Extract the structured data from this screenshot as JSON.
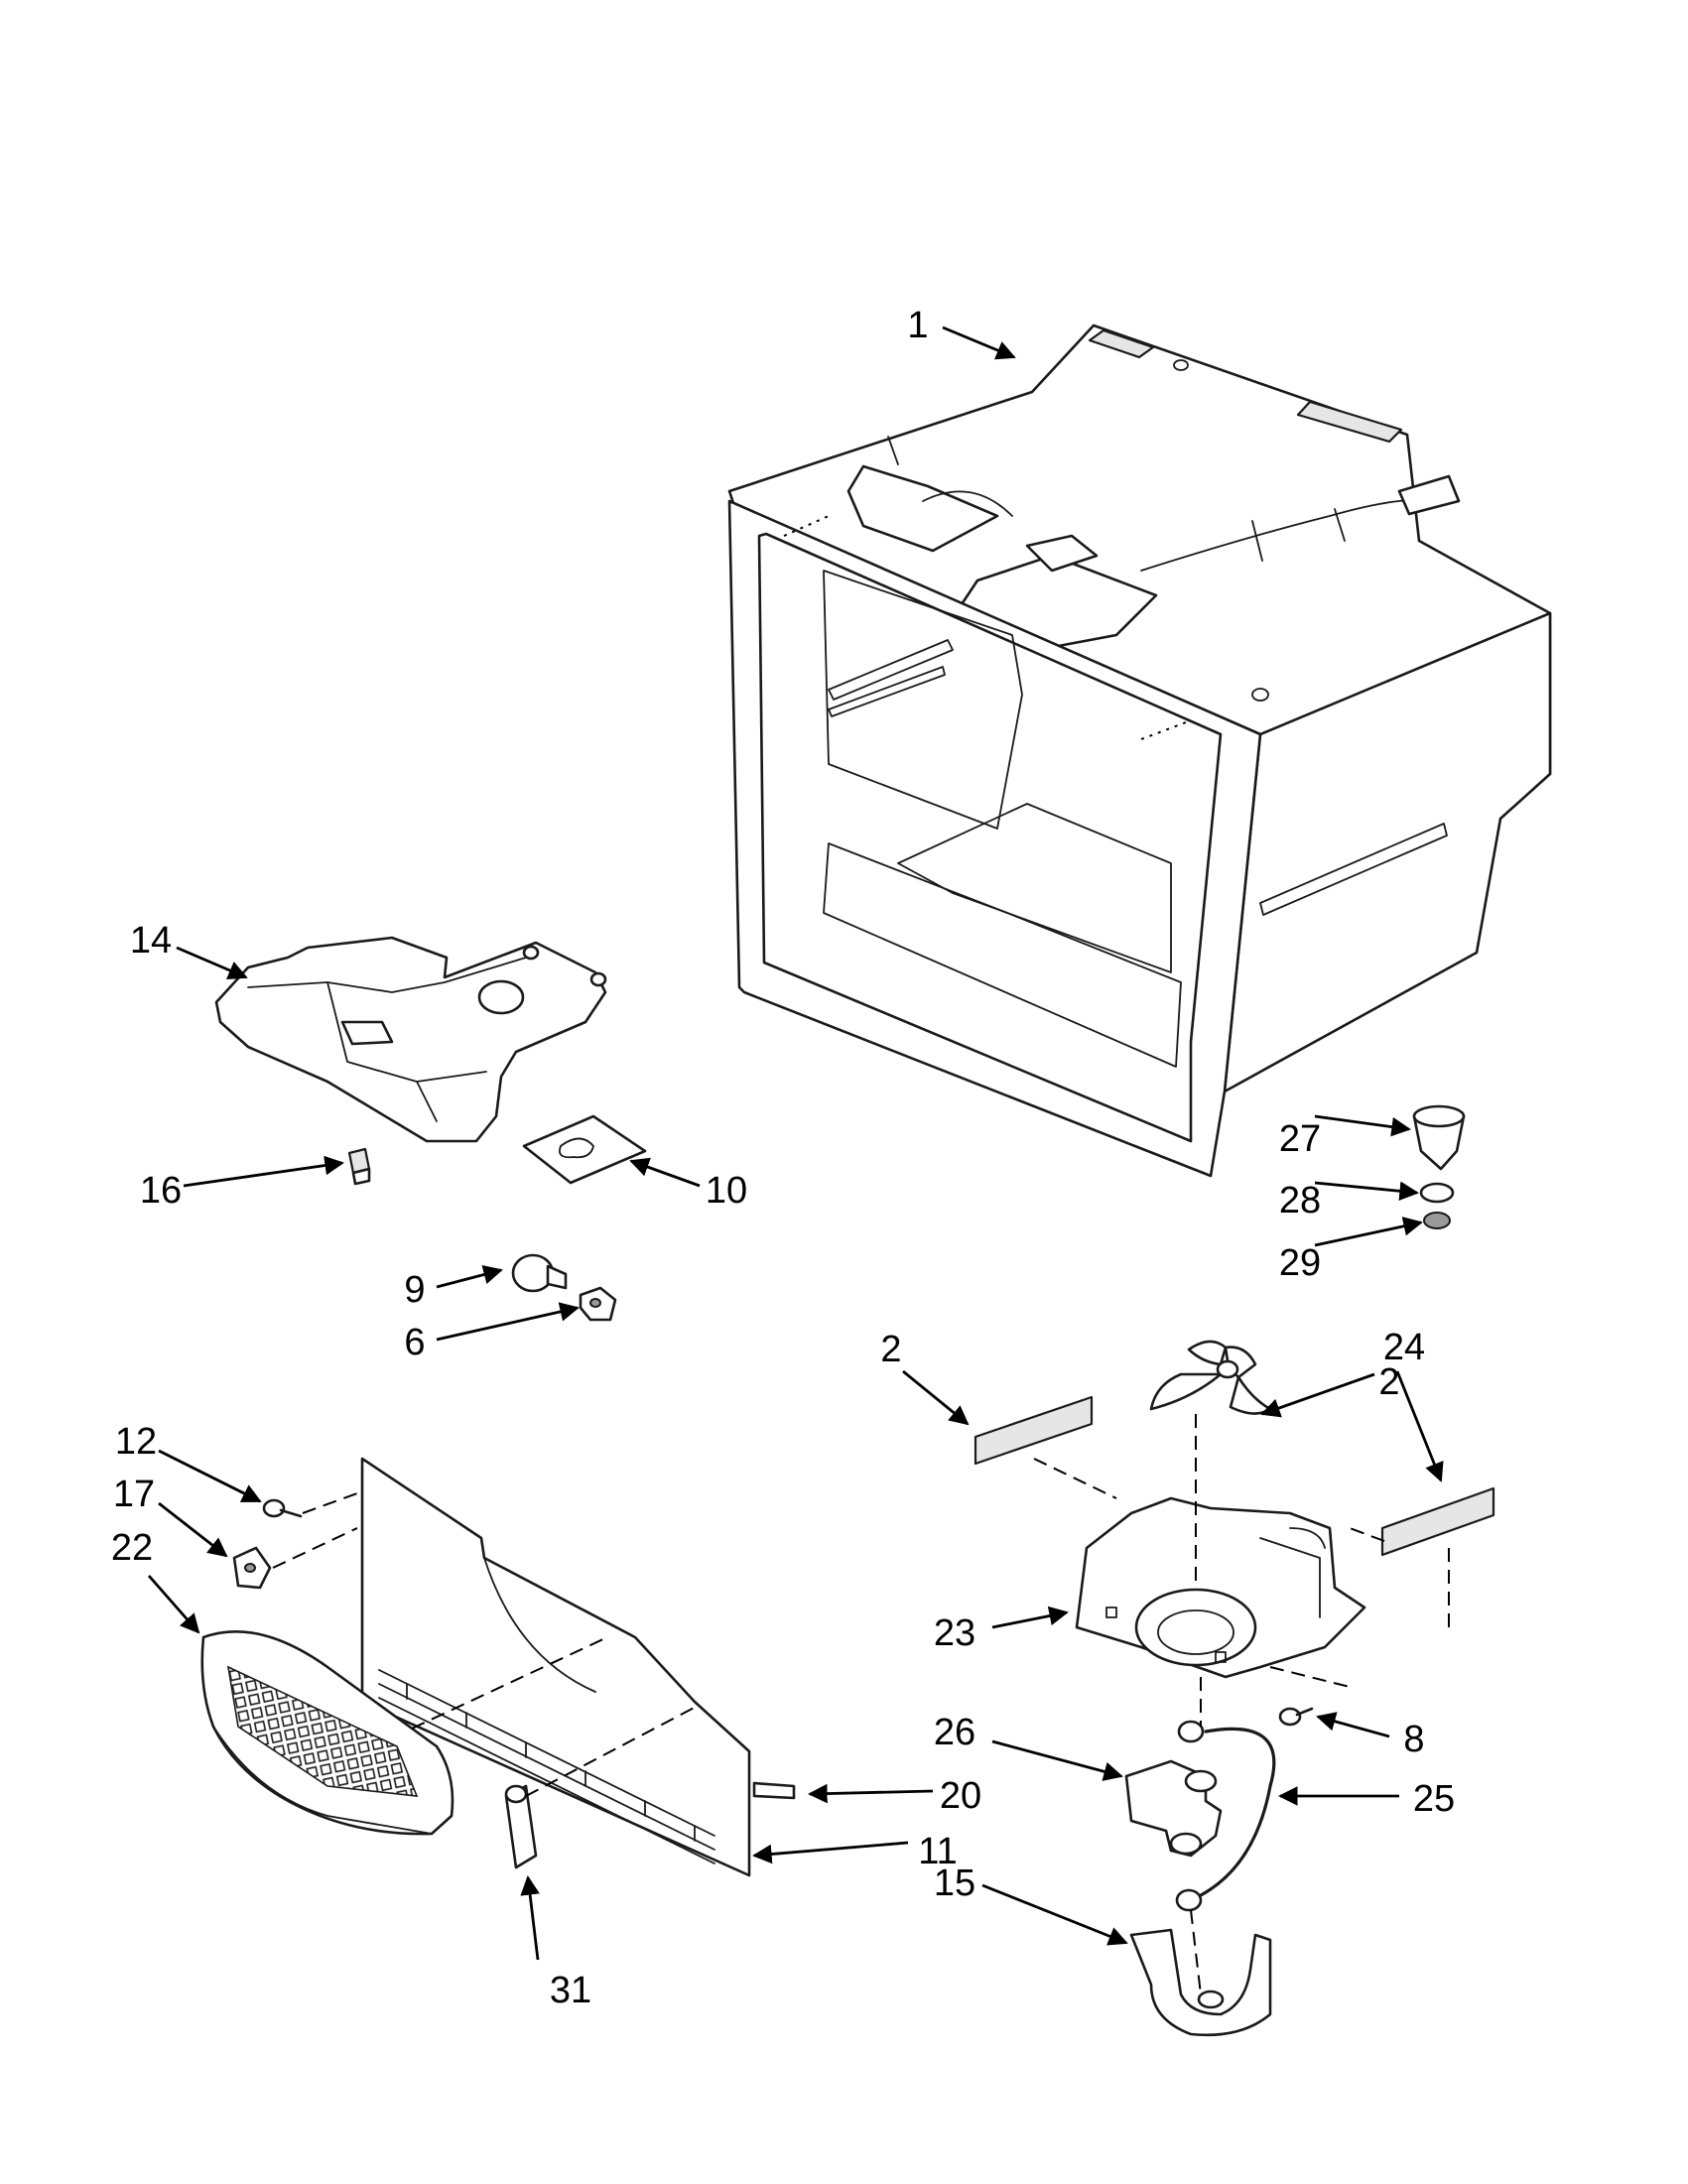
{
  "callouts": {
    "c1": "1",
    "c2a": "2",
    "c2b": "2",
    "c6": "6",
    "c8": "8",
    "c9": "9",
    "c10": "10",
    "c11": "11",
    "c12": "12",
    "c14": "14",
    "c15": "15",
    "c16": "16",
    "c17": "17",
    "c20": "20",
    "c22": "22",
    "c23": "23",
    "c24": "24",
    "c25": "25",
    "c26": "26",
    "c27": "27",
    "c28": "28",
    "c29": "29",
    "c31": "31"
  }
}
